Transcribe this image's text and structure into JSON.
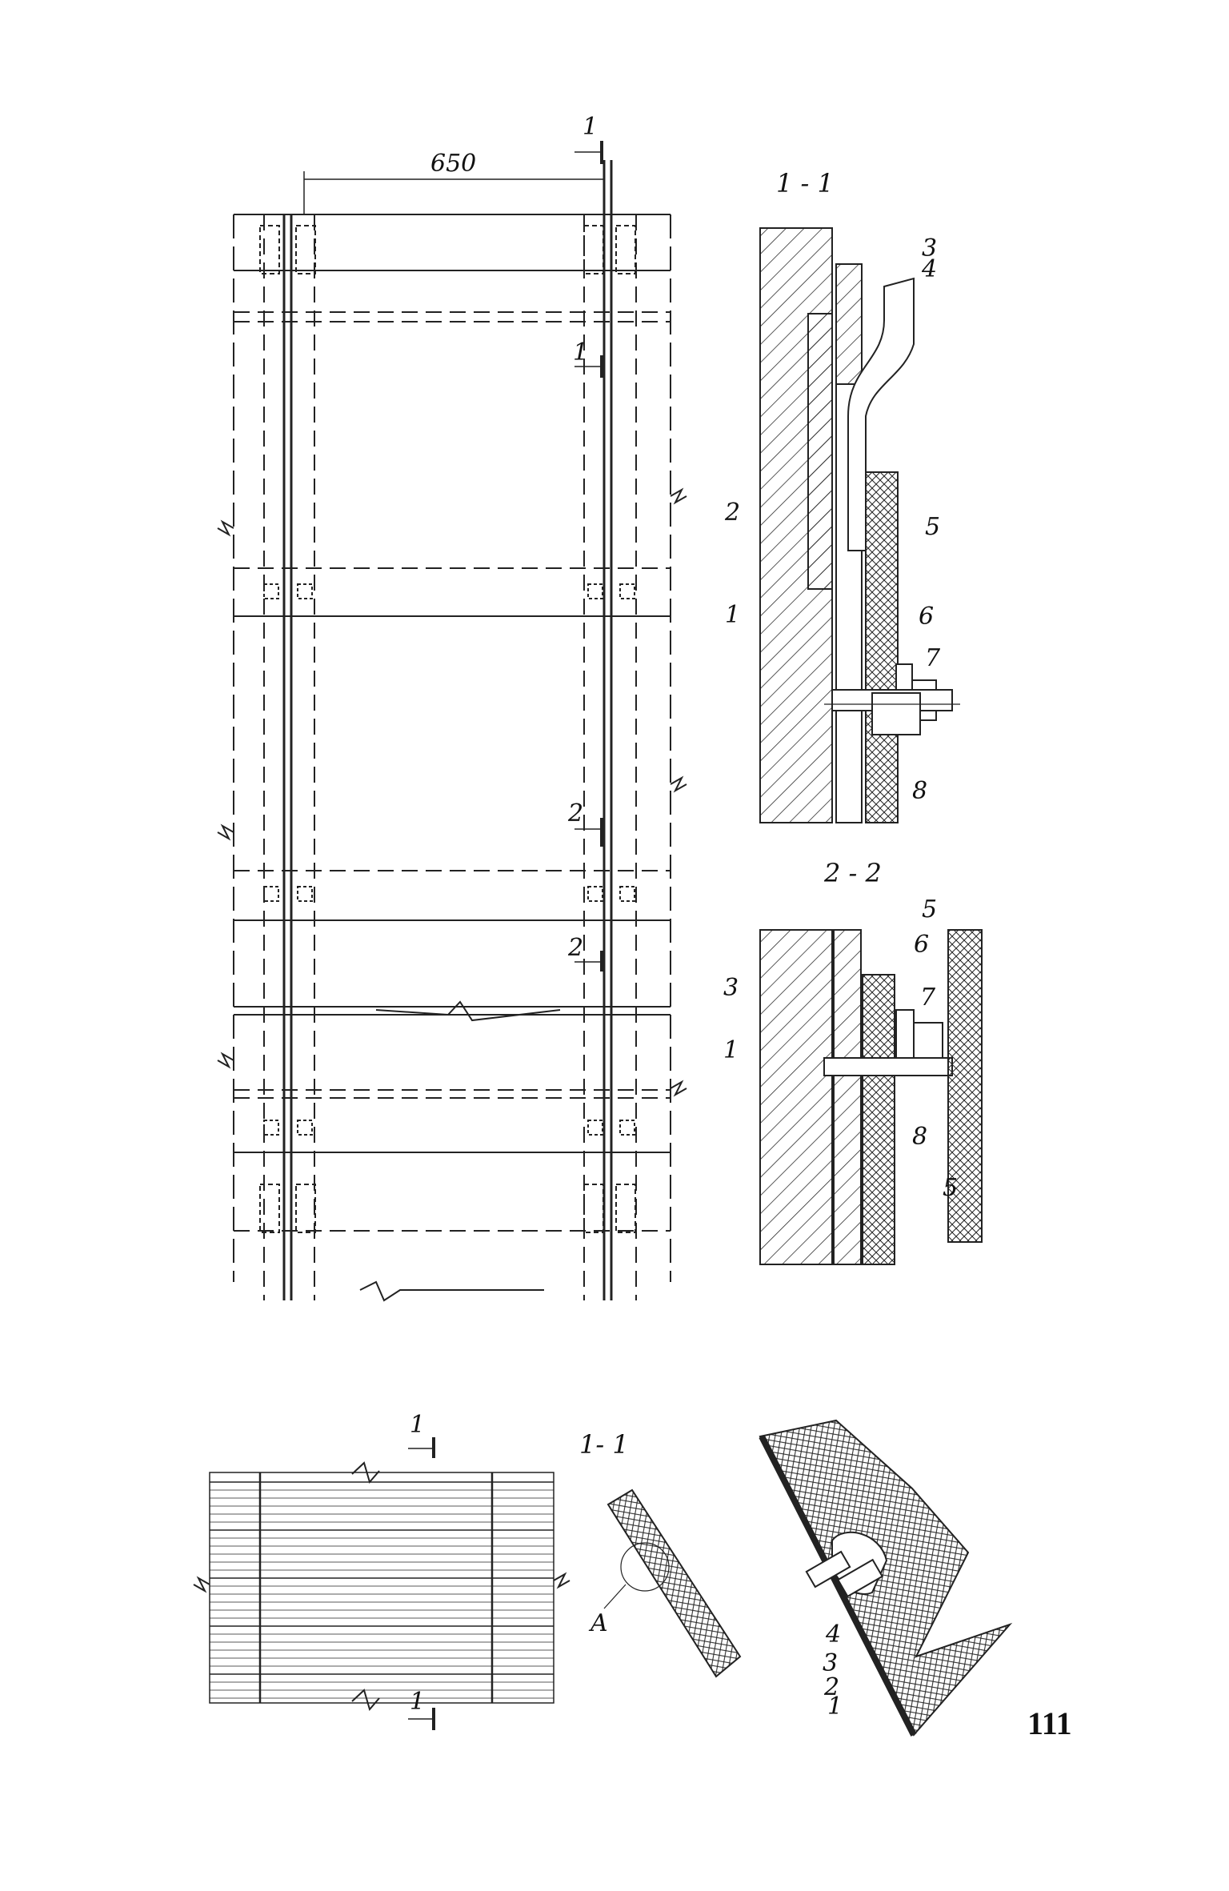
{
  "dimension_650": "650",
  "section_mark_1": "1",
  "section_mark_2": "2",
  "section_title_1_1": "1 - 1",
  "section_title_2_2": "2 - 2",
  "section_title_bottom_1_1": "1- 1",
  "detail_mark_A": "A",
  "callouts_section_1_1": [
    "3",
    "4",
    "2",
    "5",
    "1",
    "6",
    "7",
    "8"
  ],
  "callouts_section_2_2": [
    "5",
    "3",
    "6",
    "7",
    "1",
    "8",
    "5"
  ],
  "callouts_detail_A": [
    "4",
    "3",
    "2",
    "1"
  ],
  "page_number": "111"
}
